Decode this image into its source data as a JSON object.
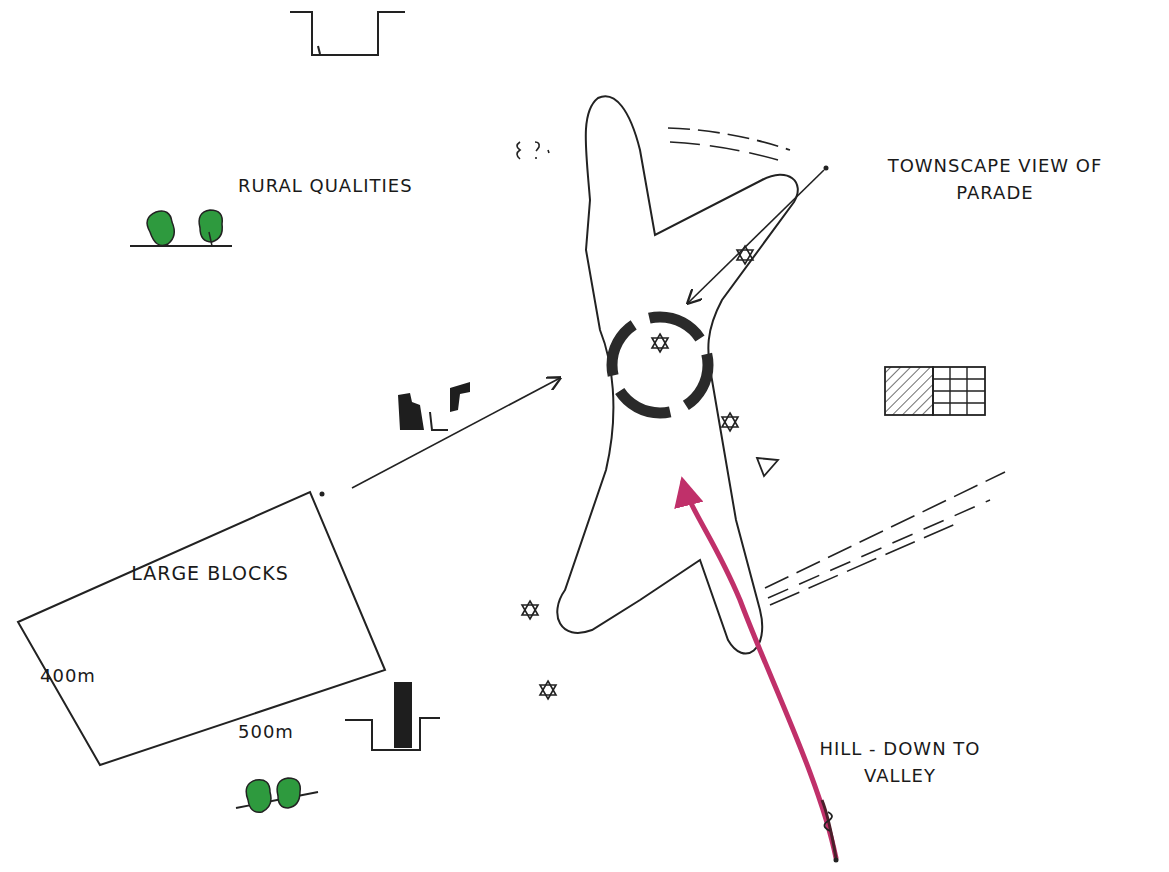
{
  "diagram": {
    "nodes": [
      {
        "text": [
          "LARGE BLOCKS"
        ]
      }
    ],
    "labels": [
      "RURAL QUALITIES",
      "TOWNSCAPE VIEW OF PARADE",
      "400m",
      "500m",
      "HILL - DOWN TO VALLEY"
    ]
  }
}
